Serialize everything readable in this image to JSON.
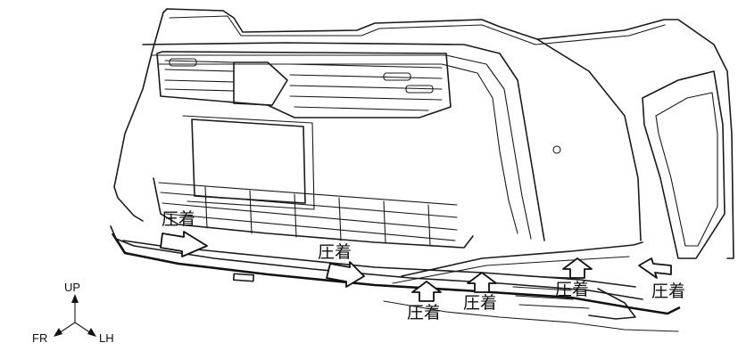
{
  "press_label": "圧着",
  "axes": {
    "up": "UP",
    "front": "FR",
    "left_hand": "LH"
  }
}
